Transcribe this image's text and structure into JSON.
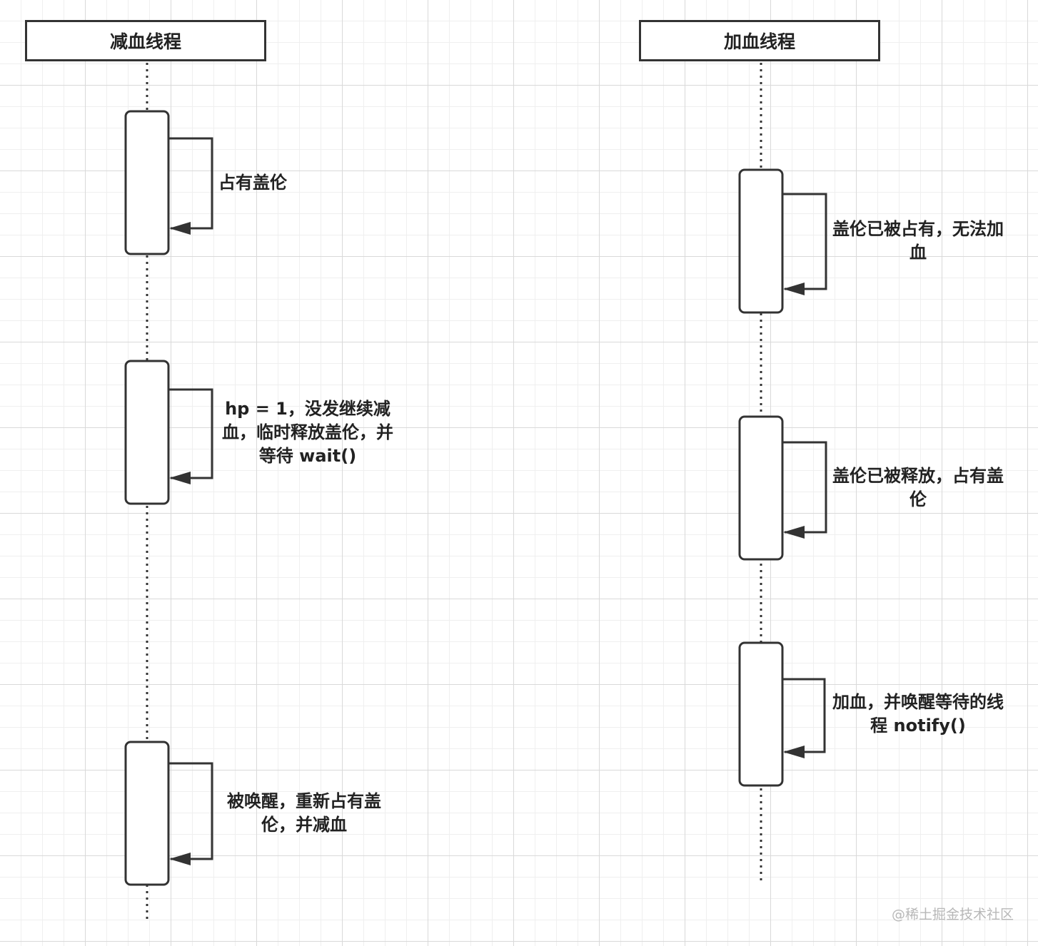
{
  "lifelines": [
    {
      "title": "减血线程"
    },
    {
      "title": "加血线程"
    }
  ],
  "messages": [
    {
      "lifeline": 0,
      "text": "占有盖伦"
    },
    {
      "lifeline": 0,
      "text": "hp = 1，没发继续减血，临时释放盖伦，并等待 wait()"
    },
    {
      "lifeline": 0,
      "text": "被唤醒，重新占有盖伦，并减血"
    },
    {
      "lifeline": 1,
      "text": "盖伦已被占有，无法加血"
    },
    {
      "lifeline": 1,
      "text": "盖伦已被释放，占有盖伦"
    },
    {
      "lifeline": 1,
      "text": "加血，并唤醒等待的线程 notify()"
    }
  ],
  "colors": {
    "stroke": "#333333",
    "grid_major": "#d9d9d9",
    "grid_minor": "#efefef",
    "background": "#ffffff",
    "watermark": "#b8b8b8"
  },
  "watermark": "@稀土掘金技术社区"
}
